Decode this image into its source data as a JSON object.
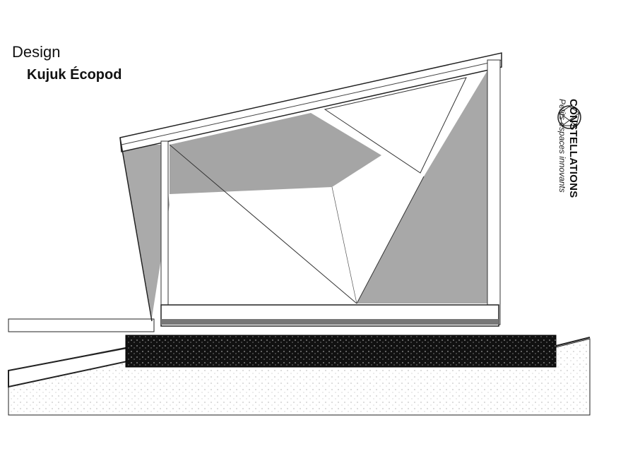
{
  "header": {
    "section": "Design",
    "title": "Kujuk Écopod"
  },
  "brand": {
    "name": "CONSTELLATIONS",
    "tagline": "Petits espaces innovants"
  }
}
